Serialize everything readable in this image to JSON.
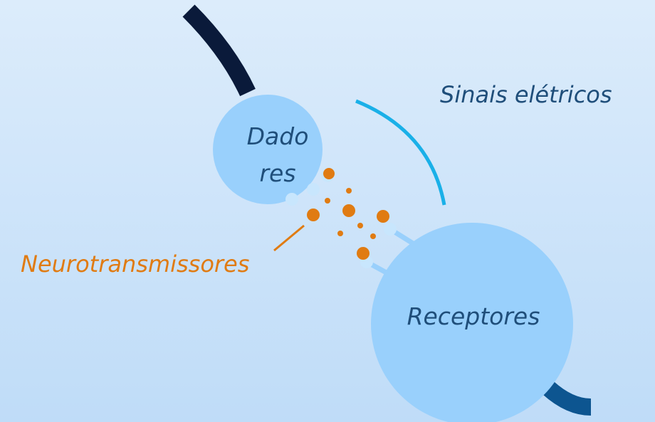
{
  "labels": {
    "sinais": "Sinais elétricos",
    "neurotransmissores": "Neurotransmissores",
    "dadores_line1": "Dado",
    "dadores_line2": "res",
    "receptores": "Receptores"
  },
  "colors": {
    "background_top": "#dcecfb",
    "background_bottom": "#bfdcf8",
    "neuron_fill": "#99d0fc",
    "axon_dark": "#0a1a3a",
    "axon_blue": "#0d5590",
    "signal_arc": "#1ab0e8",
    "neurotransmitter": "#e07b12",
    "text_dark": "#1f4e7a",
    "text_orange": "#e07b12",
    "receptor_bump": "#c8e6fd"
  }
}
